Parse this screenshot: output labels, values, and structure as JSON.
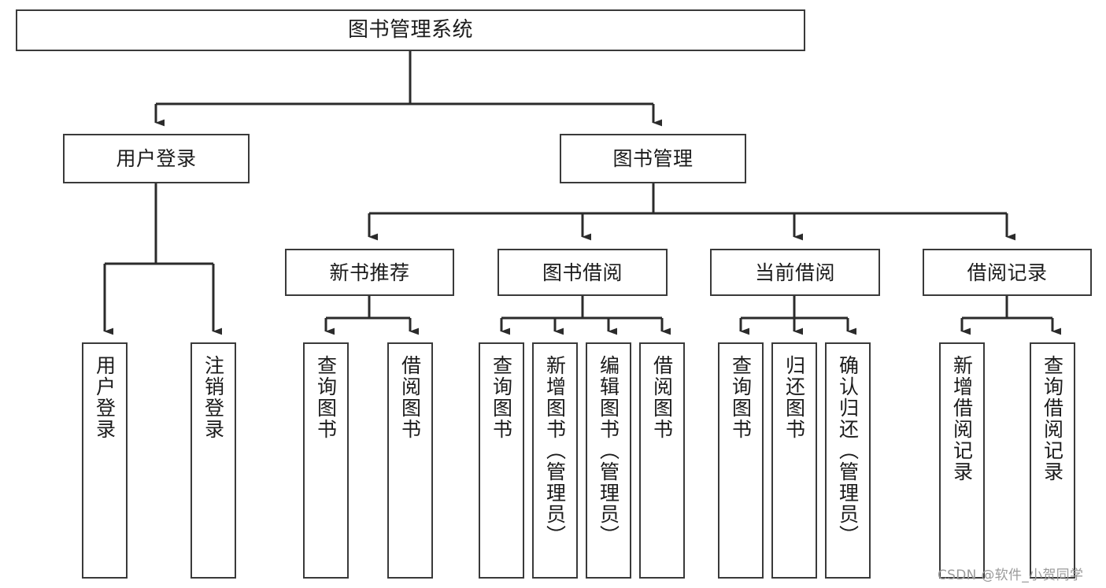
{
  "diagram": {
    "type": "tree-flowchart",
    "title": "图书管理系统",
    "orientation": "top-down",
    "watermark": "CSDN @软件_小贺同学",
    "colors": {
      "background": "#ffffff",
      "node_border": "#3a3a3a",
      "node_fill": "#ffffff",
      "edge": "#2b2b2b",
      "text": "#1b1b1b",
      "watermark": "#9a9a9a"
    },
    "nodes": {
      "root": {
        "label": "图书管理系统"
      },
      "level2": [
        {
          "id": "user-login",
          "label": "用户登录"
        },
        {
          "id": "book-management",
          "label": "图书管理"
        }
      ],
      "level3": [
        {
          "id": "new-book-recommend",
          "label": "新书推荐"
        },
        {
          "id": "book-borrow",
          "label": "图书借阅"
        },
        {
          "id": "current-borrow",
          "label": "当前借阅"
        },
        {
          "id": "borrow-record",
          "label": "借阅记录"
        }
      ],
      "leaves": [
        {
          "id": "leaf-user-login",
          "parent": "user-login",
          "label": "用户登录"
        },
        {
          "id": "leaf-logout",
          "parent": "user-login",
          "label": "注销登录"
        },
        {
          "id": "leaf-query-book-1",
          "parent": "new-book-recommend",
          "label": "查询图书"
        },
        {
          "id": "leaf-borrow-book-1",
          "parent": "new-book-recommend",
          "label": "借阅图书"
        },
        {
          "id": "leaf-query-book-2",
          "parent": "book-borrow",
          "label": "查询图书"
        },
        {
          "id": "leaf-add-book",
          "parent": "book-borrow",
          "label": "新增图书（管理员）"
        },
        {
          "id": "leaf-edit-book",
          "parent": "book-borrow",
          "label": "编辑图书（管理员）"
        },
        {
          "id": "leaf-borrow-book-2",
          "parent": "book-borrow",
          "label": "借阅图书"
        },
        {
          "id": "leaf-query-book-3",
          "parent": "current-borrow",
          "label": "查询图书"
        },
        {
          "id": "leaf-return-book",
          "parent": "current-borrow",
          "label": "归还图书"
        },
        {
          "id": "leaf-confirm-return",
          "parent": "current-borrow",
          "label": "确认归还（管理员）"
        },
        {
          "id": "leaf-add-record",
          "parent": "borrow-record",
          "label": "新增借阅记录"
        },
        {
          "id": "leaf-query-record",
          "parent": "borrow-record",
          "label": "查询借阅记录"
        }
      ]
    }
  }
}
